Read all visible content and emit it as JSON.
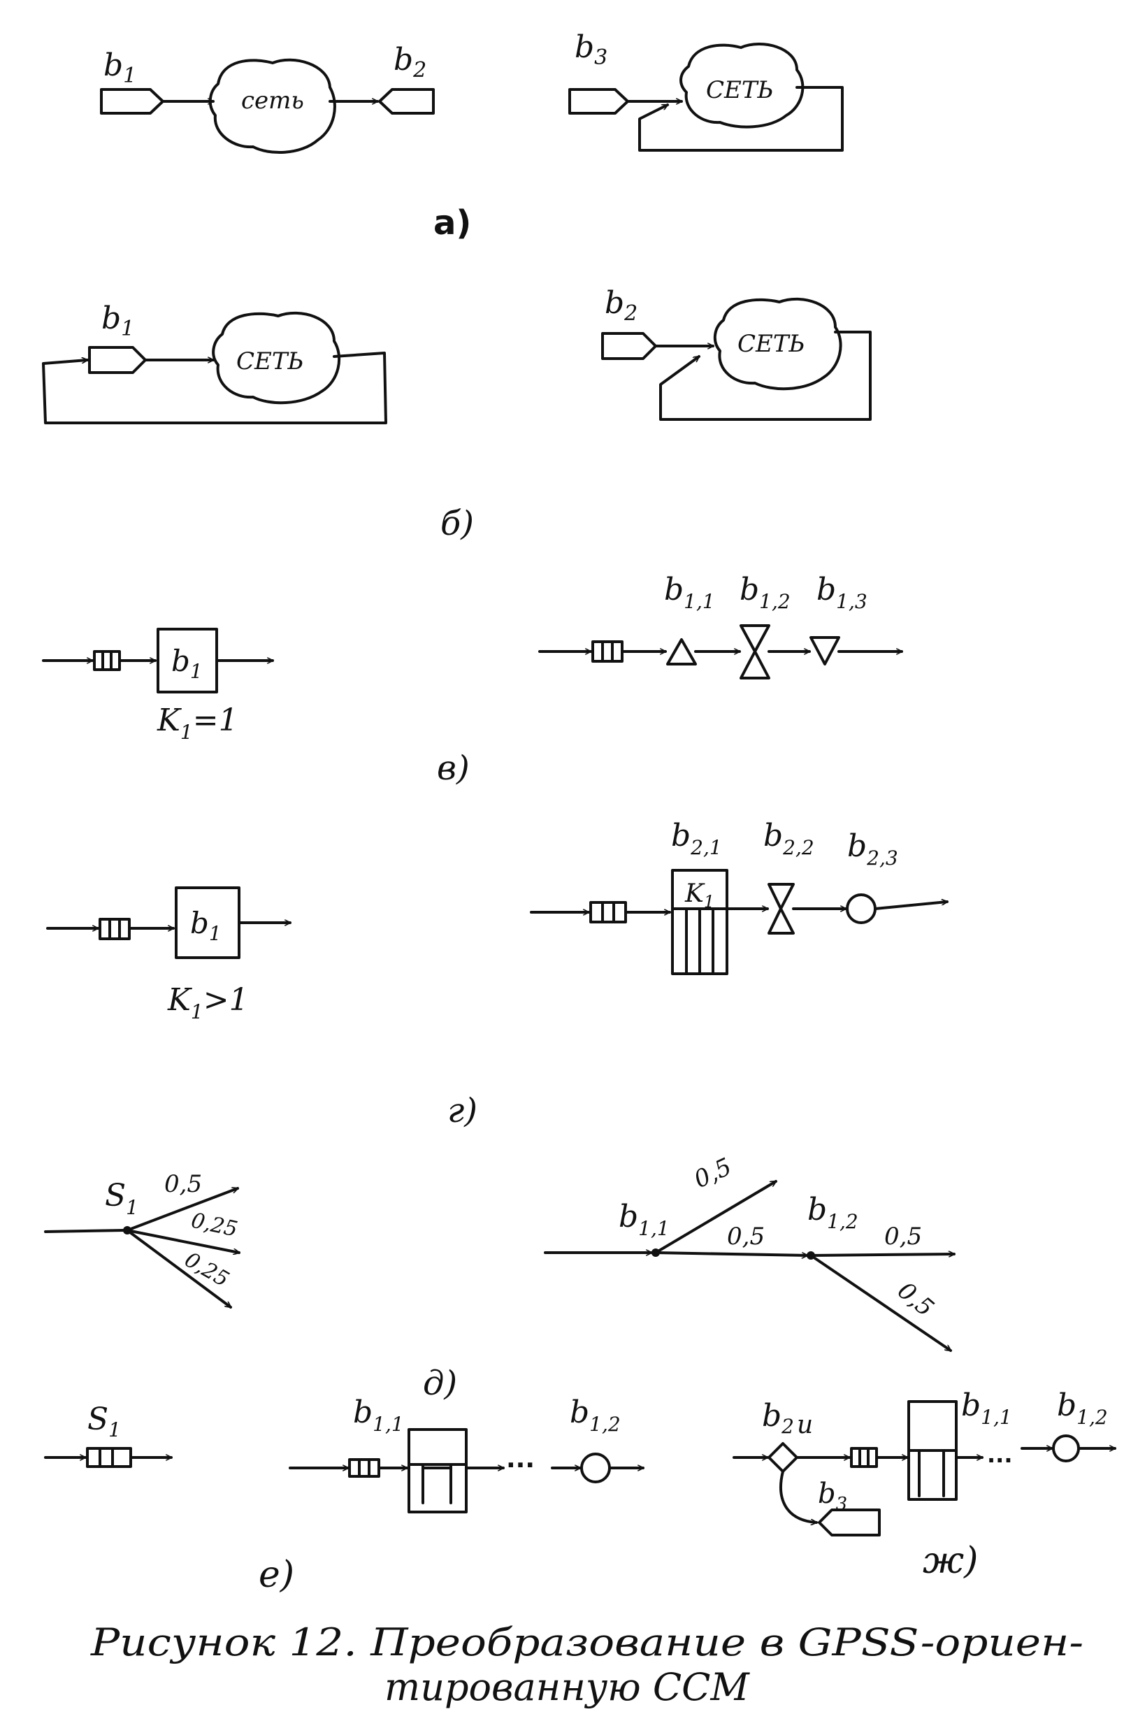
{
  "parts": {
    "a": {
      "label": "а)",
      "left": {
        "in_label": "b",
        "in_sub": "1",
        "net": "сеть",
        "out_label": "b",
        "out_sub": "2"
      },
      "right": {
        "in_label": "b",
        "in_sub": "3",
        "net": "СЕТЬ"
      }
    },
    "b": {
      "label": "б)",
      "left": {
        "in_label": "b",
        "in_sub": "1",
        "net": "СЕТЬ"
      },
      "right": {
        "in_label": "b",
        "in_sub": "2",
        "net": "СЕТЬ"
      }
    },
    "v": {
      "label": "в)",
      "left": {
        "box": "b",
        "box_sub": "1",
        "cond": "K",
        "cond_sub": "1",
        "cond_rest": "=1"
      },
      "right": [
        {
          "label": "b",
          "sub": "1,1"
        },
        {
          "label": "b",
          "sub": "1,2"
        },
        {
          "label": "b",
          "sub": "1,3"
        }
      ]
    },
    "g": {
      "label": "г)",
      "left": {
        "box": "b",
        "box_sub": "1",
        "cond": "K",
        "cond_sub": "1",
        "cond_rest": ">1"
      },
      "right": {
        "nodes": [
          {
            "label": "b",
            "sub": "2,1"
          },
          {
            "label": "b",
            "sub": "2,2"
          },
          {
            "label": "b",
            "sub": "2,3"
          }
        ],
        "box_text": "K",
        "box_sub": "1"
      }
    },
    "d": {
      "label": "д)",
      "left": {
        "node": "S",
        "node_sub": "1",
        "probs": [
          "0,5",
          "0,25",
          "0,25"
        ]
      },
      "right": {
        "n1": "b",
        "n1_sub": "1,1",
        "p1": "0,5",
        "p2": "0,5",
        "n2": "b",
        "n2_sub": "1,2",
        "p3": "0,5",
        "p4": "0,5"
      }
    },
    "e": {
      "label": "е)",
      "left": {
        "label": "S",
        "sub": "1"
      },
      "mid": {
        "n1": "b",
        "n1_sub": "1,1",
        "n2": "b",
        "n2_sub": "1,2",
        "dots": "···"
      }
    },
    "zh": {
      "label": "ж)",
      "n0": "b",
      "n0_sub": "2",
      "n0_tail": "и",
      "n1": "b",
      "n1_sub": "1,1",
      "n2": "b",
      "n2_sub": "1,2",
      "n3": "b",
      "n3_sub": "3",
      "dots": "···"
    }
  },
  "caption": {
    "line1": "Рисунок 12. Преобразование в GPSS-ориен-",
    "line2": "тированную ССМ"
  }
}
